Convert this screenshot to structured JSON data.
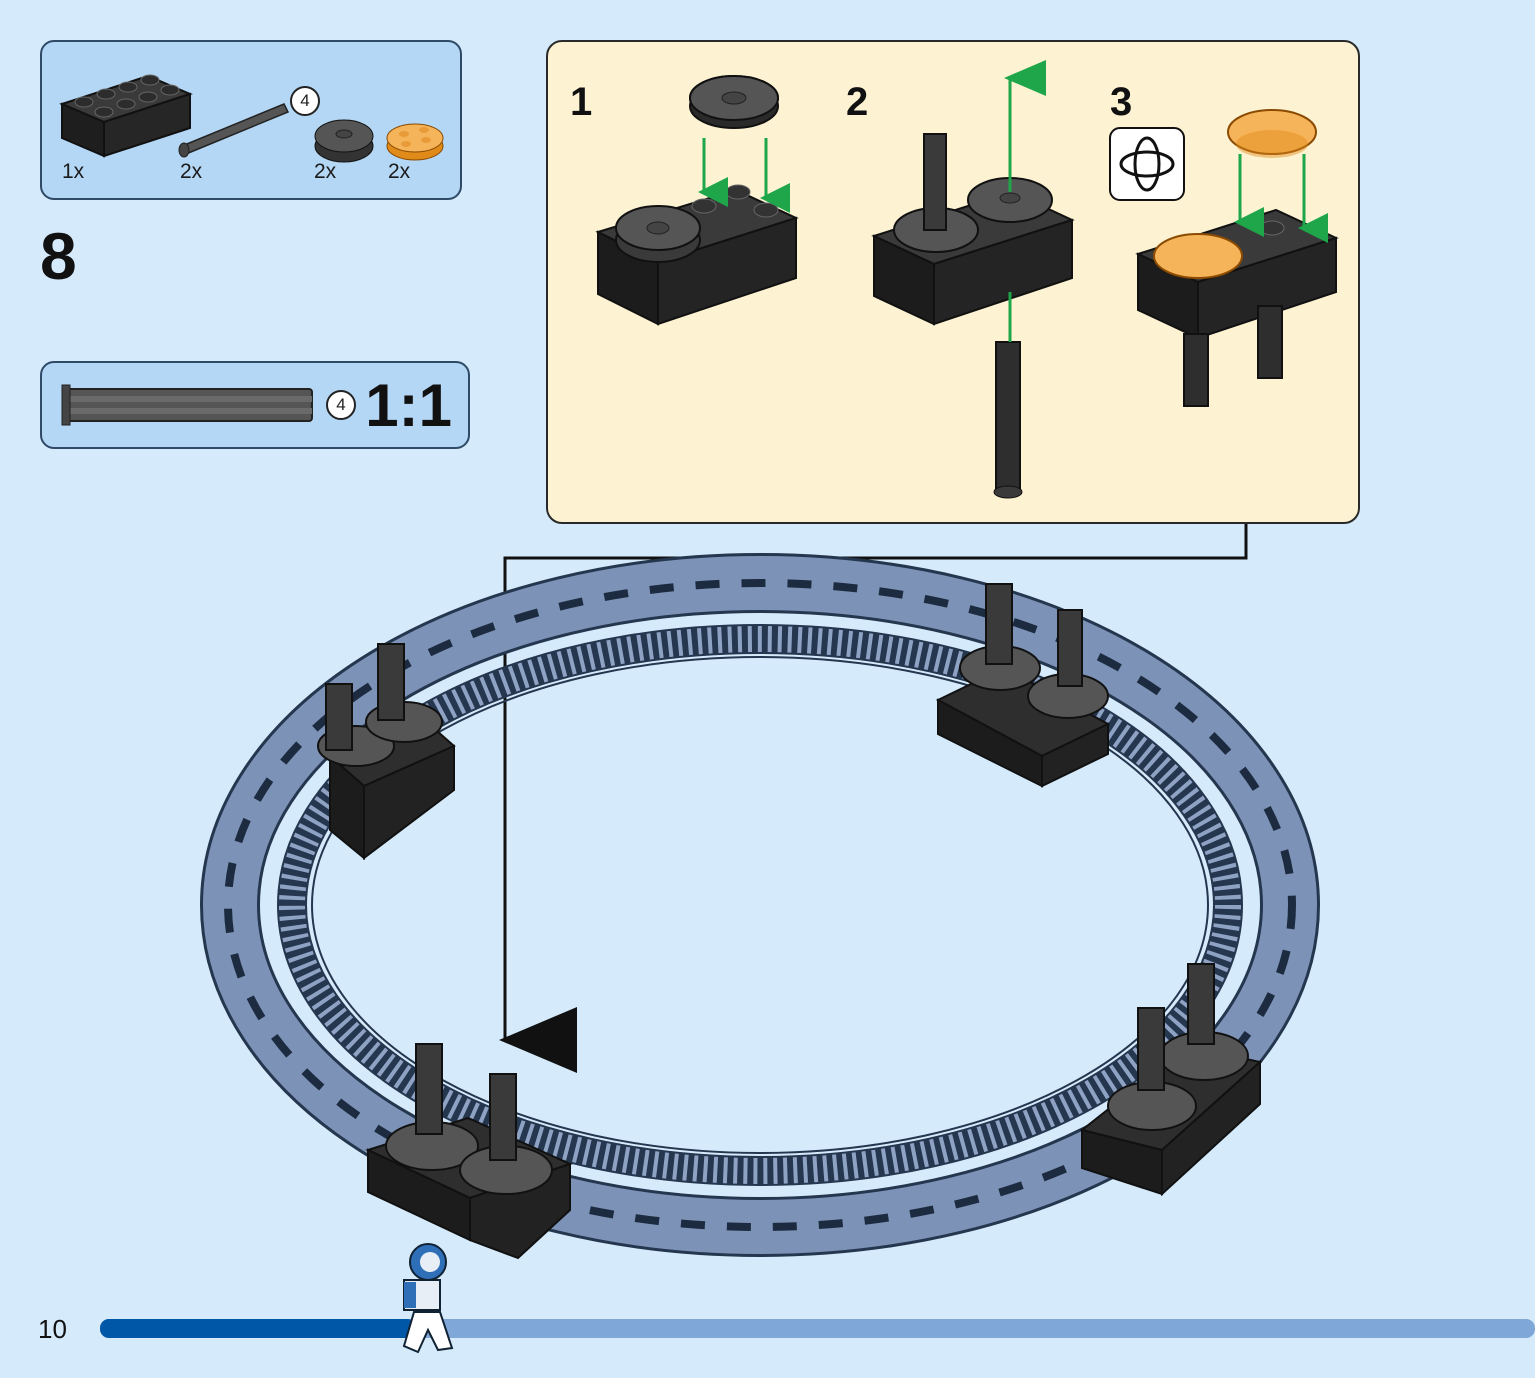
{
  "parts_list": {
    "items": [
      {
        "qty": "1x",
        "name": "brick-2x4-black"
      },
      {
        "qty": "2x",
        "name": "axle-4-dark-grey"
      },
      {
        "qty": "2x",
        "name": "round-tile-2x2-dark-grey"
      },
      {
        "qty": "2x",
        "name": "round-plate-2x2-trans-orange"
      }
    ],
    "axle_callout": "4"
  },
  "step_number": "8",
  "scale_box": {
    "callout": "4",
    "label": "1:1"
  },
  "sub_steps": [
    "1",
    "2",
    "3"
  ],
  "page_number": "10",
  "progress": {
    "fraction": 0.22,
    "done_color": "#0057a8",
    "todo_color": "#7fa7d8"
  },
  "colors": {
    "background": "#d5ebfb",
    "panel": "#fdf3d2",
    "parts_box": "#b4d7f5",
    "arrow_green": "#1fa64b",
    "ring": "#7c93b7"
  }
}
